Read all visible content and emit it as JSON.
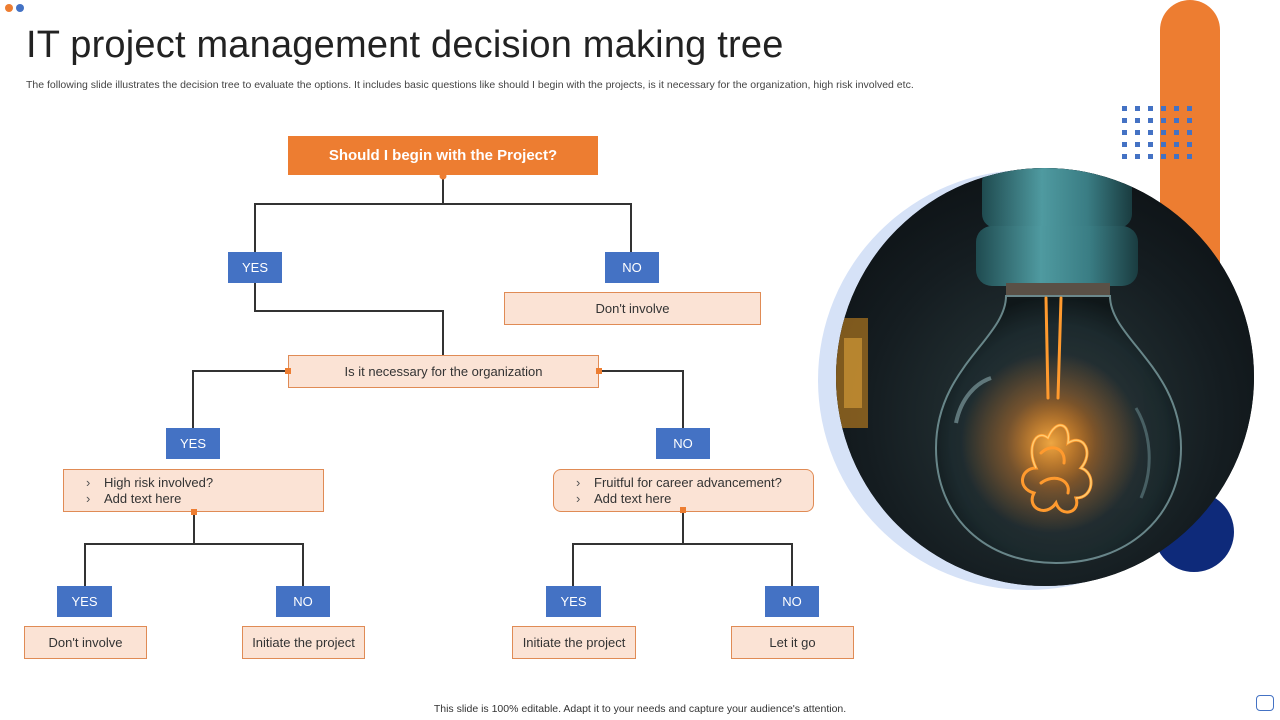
{
  "title": "IT project management decision making tree",
  "subtitle": "The following slide illustrates the decision tree to evaluate the options. It includes basic questions like should I begin with the projects, is it necessary for the organization, high risk involved etc.",
  "footer": "This slide is 100% editable. Adapt it to your needs and capture your audience's attention.",
  "tree": {
    "root": "Should I begin with the Project?",
    "yes": "YES",
    "no": "NO",
    "root_no_result": "Don't involve",
    "question2": "Is it necessary for the organization",
    "left_branch": [
      "High risk involved?",
      "Add text here"
    ],
    "right_branch": [
      "Fruitful for career advancement?",
      "Add text here"
    ],
    "left_yes_result": "Don't involve",
    "left_no_result": "Initiate the project",
    "right_yes_result": "Initiate the project",
    "right_no_result": "Let it go"
  },
  "colors": {
    "accent_orange": "#ED7D31",
    "accent_blue": "#4472C4",
    "light_fill": "#FBE3D5",
    "navy": "#0E2A7A"
  },
  "icons": {
    "image": "light-bulb-photo",
    "corner": "slide-frame-icon"
  }
}
